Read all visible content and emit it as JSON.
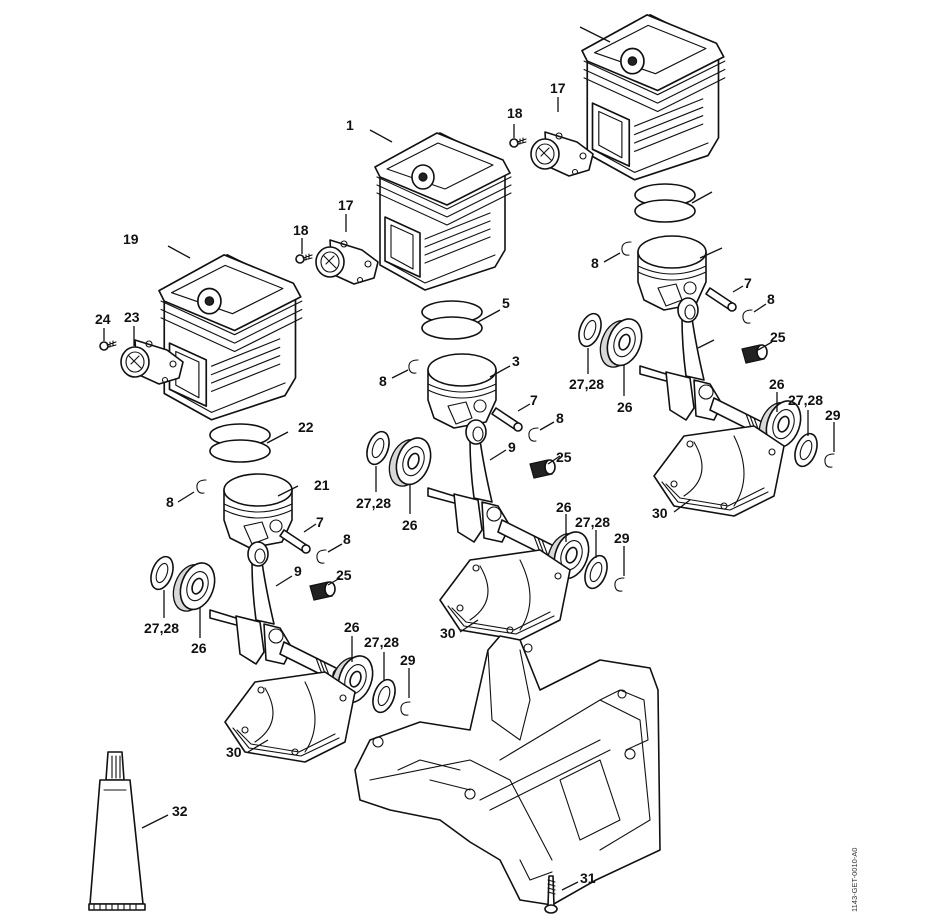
{
  "diagram": {
    "kind": "exploded parts diagram",
    "document_code": "1143-GET-0010-A0",
    "line_color": "#111111",
    "background_color": "#ffffff"
  },
  "callouts": {
    "cyl_a": "1",
    "cyl_b": "19",
    "manifold_a": "17",
    "manifold_b": "17",
    "screw_a": "18",
    "screw_b": "18",
    "manifold_c": "23",
    "screw_c": "24",
    "rings_a": "5",
    "rings_b": "22",
    "piston_a": "3",
    "piston_b": "21",
    "pin_a": "7",
    "pin_b": "7",
    "pin_c": "7",
    "clip_a1": "8",
    "clip_a2": "8",
    "clip_b1": "8",
    "clip_b2": "8",
    "clip_c1": "8",
    "clip_c2": "8",
    "rod_a": "9",
    "rod_b": "9",
    "cage_a": "25",
    "cage_b": "25",
    "cage_c": "25",
    "seal_a1": "27,28",
    "seal_a2": "27,28",
    "seal_b1": "27,28",
    "seal_b2": "27,28",
    "seal_c1": "27,28",
    "seal_c2": "27,28",
    "bearing_a1": "26",
    "bearing_a2": "26",
    "bearing_b1": "26",
    "bearing_b2": "26",
    "bearing_c1": "26",
    "bearing_c2": "26",
    "circlip_a": "29",
    "circlip_b": "29",
    "circlip_c": "29",
    "gasket_a": "30",
    "gasket_b": "30",
    "gasket_c": "30",
    "screw_crankcase": "31",
    "tube": "32"
  }
}
